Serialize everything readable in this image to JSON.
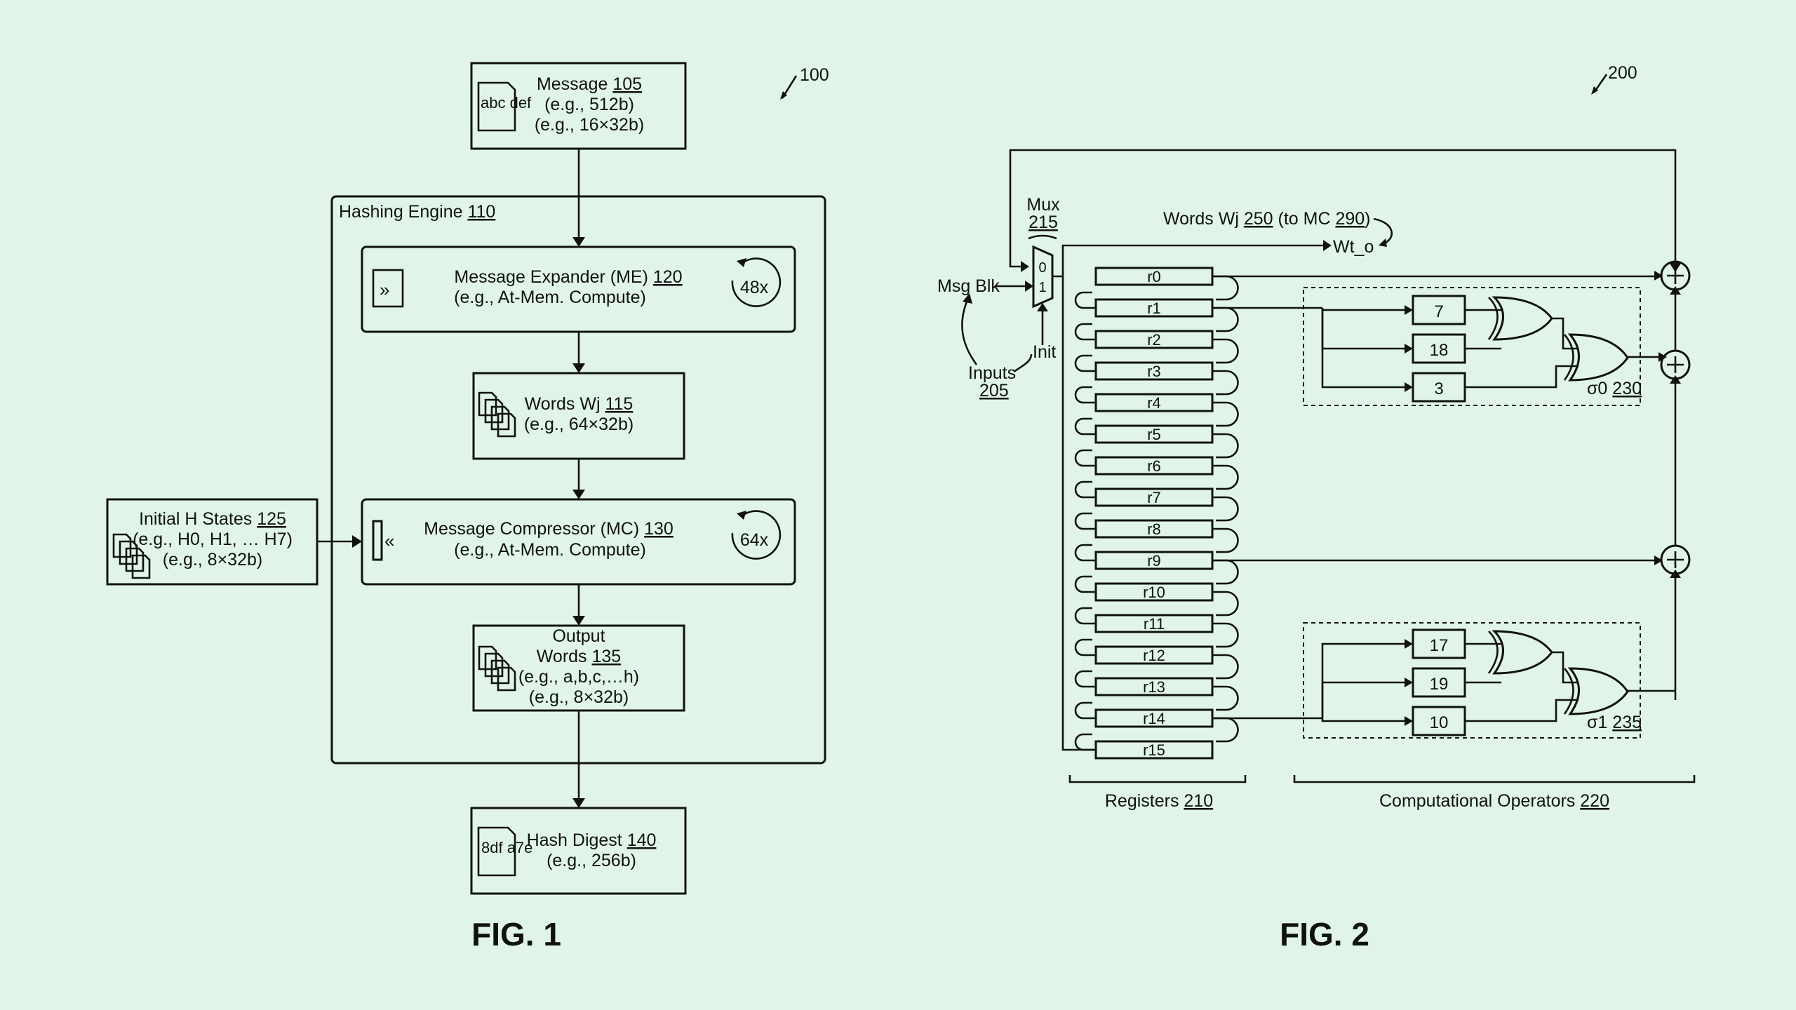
{
  "fig1": {
    "ref": "100",
    "caption": "FIG. 1",
    "message": {
      "title": "Message",
      "num": "105",
      "l1": "(e.g., 512b)",
      "l2": "(e.g., 16×32b)",
      "icon": "abc def"
    },
    "engine": {
      "title": "Hashing Engine",
      "num": "110"
    },
    "expander": {
      "title": "Message Expander (ME)",
      "num": "120",
      "sub": "(e.g., At-Mem. Compute)",
      "count": "48x"
    },
    "words": {
      "title": "Words Wj",
      "num": "115",
      "sub": "(e.g., 64×32b)"
    },
    "compressor": {
      "title": "Message Compressor (MC)",
      "num": "130",
      "sub": "(e.g., At-Mem. Compute)",
      "count": "64x"
    },
    "init": {
      "title": "Initial H States",
      "num": "125",
      "l1": "(e.g., H0, H1, … H7)",
      "l2": "(e.g., 8×32b)"
    },
    "output": {
      "t1": "Output",
      "t2": "Words",
      "num": "135",
      "l1": "(e.g., a,b,c,…h)",
      "l2": "(e.g., 8×32b)"
    },
    "digest": {
      "title": "Hash Digest",
      "num": "140",
      "sub": "(e.g., 256b)",
      "icon": "8df a7e"
    }
  },
  "fig2": {
    "ref": "200",
    "caption": "FIG. 2",
    "mux": {
      "title": "Mux",
      "num": "215",
      "in0": "0",
      "in1": "1"
    },
    "words_label": {
      "text": "Words Wj",
      "num": "250",
      "to": "(to MC",
      "mc": "290",
      "close": ")"
    },
    "wt_o": "Wt_o",
    "msg_blk": "Msg Blk",
    "init": "Init",
    "inputs": {
      "text": "Inputs",
      "num": "205"
    },
    "registers": [
      "r0",
      "r1",
      "r2",
      "r3",
      "r4",
      "r5",
      "r6",
      "r7",
      "r8",
      "r9",
      "r10",
      "r11",
      "r12",
      "r13",
      "r14",
      "r15"
    ],
    "registers_label": {
      "text": "Registers",
      "num": "210"
    },
    "ops_label": {
      "text": "Computational Operators",
      "num": "220"
    },
    "sigma0": {
      "label": "σ0",
      "num": "230",
      "shifts": [
        "7",
        "18",
        "3"
      ]
    },
    "sigma1": {
      "label": "σ1",
      "num": "235",
      "shifts": [
        "17",
        "19",
        "10"
      ]
    }
  }
}
